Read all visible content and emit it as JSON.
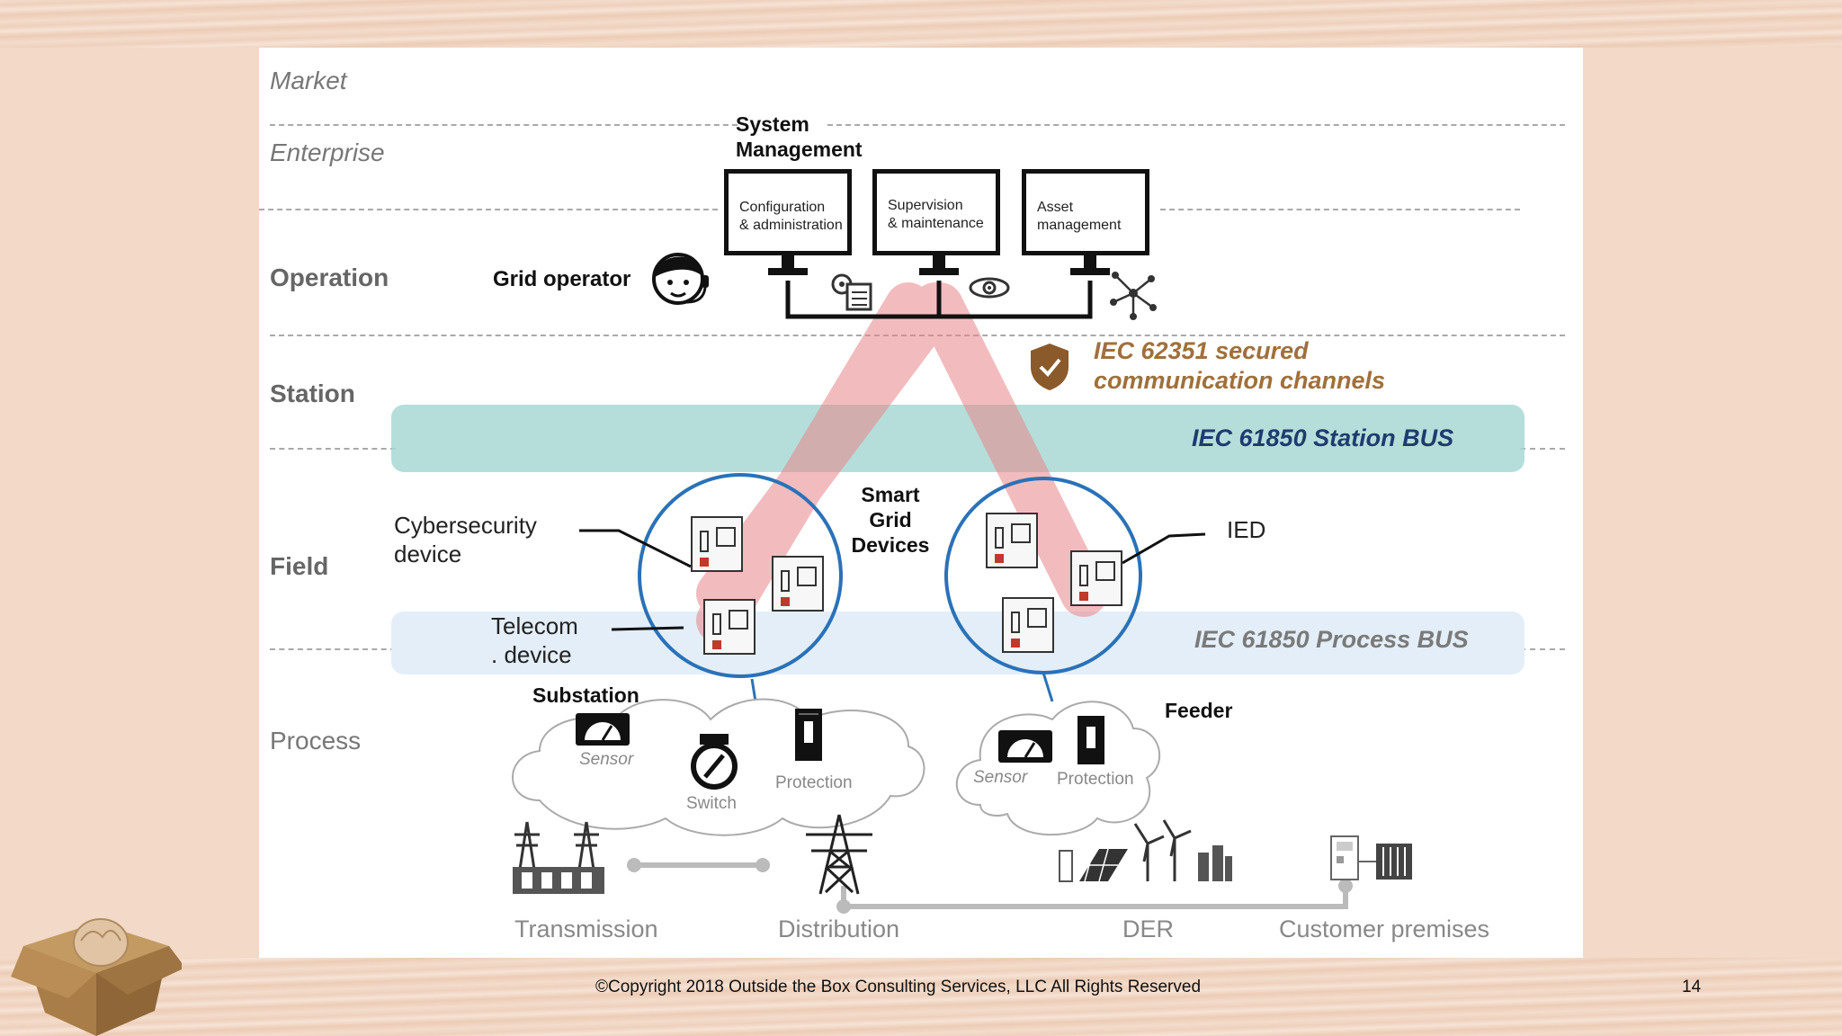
{
  "layers": [
    "Market",
    "Enterprise",
    "Operation",
    "Station",
    "Field",
    "Process"
  ],
  "system_management": {
    "title_line1": "System",
    "title_line2": "Management",
    "monitors": [
      {
        "line1": "Configuration",
        "line2": "& administration"
      },
      {
        "line1": "Supervision",
        "line2": "& maintenance"
      },
      {
        "line1": "Asset",
        "line2": "management"
      }
    ]
  },
  "grid_operator": "Grid operator",
  "iec_62351": {
    "line1": "IEC 62351 secured",
    "line2": "communication  channels"
  },
  "station_bus": "IEC 61850 Station  BUS",
  "process_bus": "IEC 61850 Process BUS",
  "smart_grid": {
    "line1": "Smart",
    "line2": "Grid",
    "line3": "Devices"
  },
  "cyber_device": {
    "line1": "Cybersecurity",
    "line2": "device"
  },
  "telecom_device": {
    "line1": "Telecom",
    "line2": ". device"
  },
  "ied": "IED",
  "substation": {
    "title": "Substation",
    "sensor": "Sensor",
    "switch": "Switch",
    "protection": "Protection"
  },
  "feeder": {
    "title": "Feeder",
    "sensor": "Sensor",
    "protection": "Protection"
  },
  "bottom_labels": [
    "Transmission",
    "Distribution",
    "DER",
    "Customer premises"
  ],
  "footer": {
    "copyright": "©Copyright 2018 Outside the Box Consulting Services, LLC All Rights Reserved",
    "page_number": "14"
  },
  "colors": {
    "station_bus": "#a8d8d4",
    "process_bus": "#e3eef8",
    "bus_text": "#1f3b6e",
    "iec_text": "#a0703a",
    "shield": "#8a5a2b",
    "red_channel": "#e8868a",
    "circle": "#2a72b8"
  }
}
